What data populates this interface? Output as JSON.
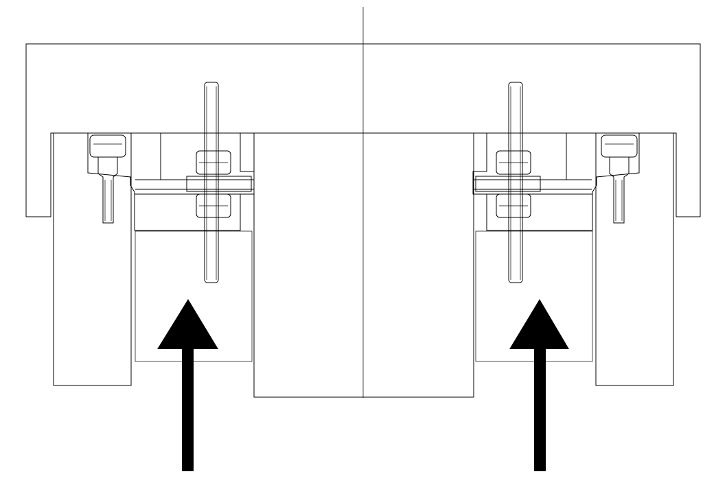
{
  "diagram": {
    "kind": "mechanical cross-section",
    "colors": {
      "line": "#000000",
      "background": "#ffffff",
      "arrow": "#000000"
    },
    "hatches": {
      "top_plate": "diagonal",
      "center_block": "diagonal",
      "outer_rings": "crosshatch",
      "inner_blocks": "diagonal-dashed"
    },
    "arrows": [
      {
        "side": "left",
        "direction": "up"
      },
      {
        "side": "right",
        "direction": "up"
      }
    ]
  }
}
